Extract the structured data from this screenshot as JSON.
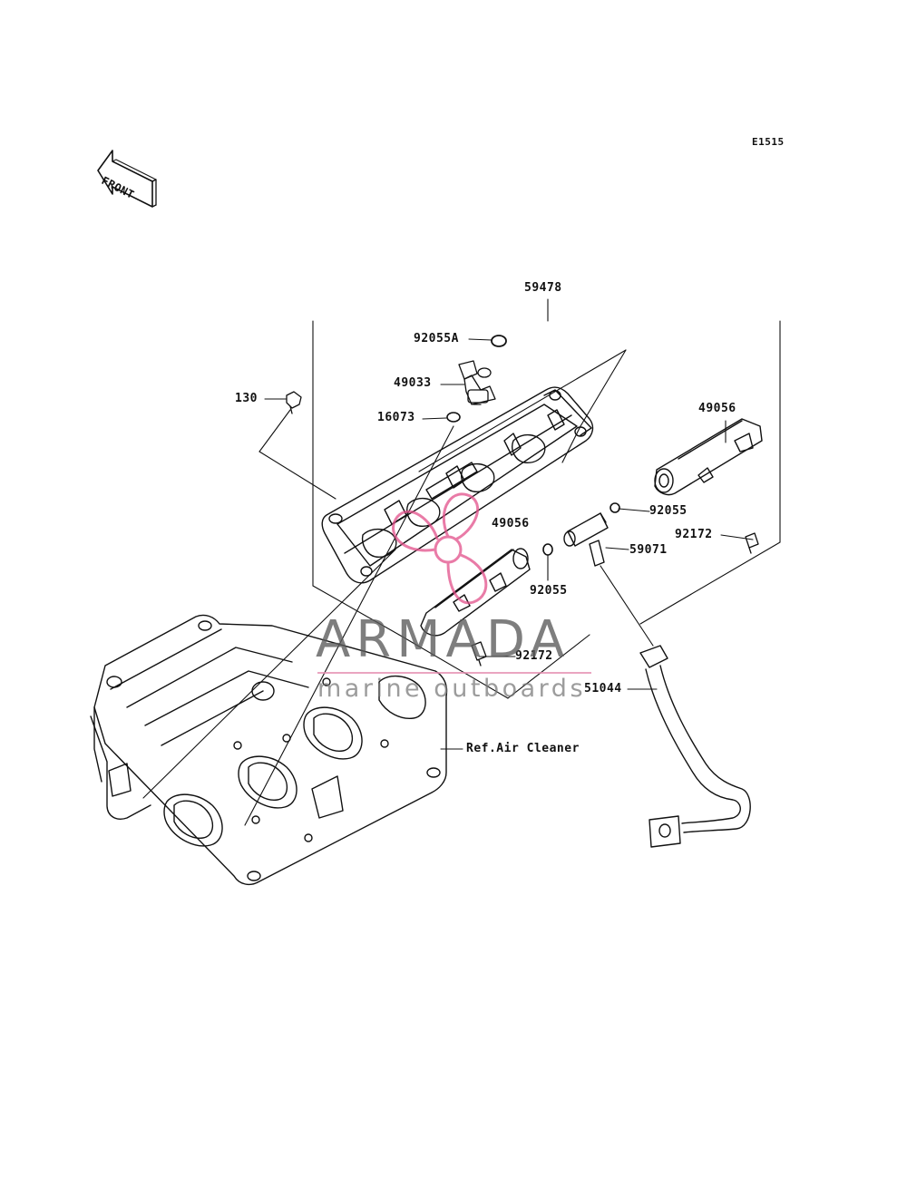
{
  "diagram": {
    "code": "E1515",
    "front_label": "FRONT",
    "parts": [
      {
        "id": "59478",
        "label": "59478"
      },
      {
        "id": "92055A",
        "label": "92055A"
      },
      {
        "id": "49033",
        "label": "49033"
      },
      {
        "id": "130",
        "label": "130"
      },
      {
        "id": "16073",
        "label": "16073"
      },
      {
        "id": "49056-right",
        "label": "49056"
      },
      {
        "id": "92055-right",
        "label": "92055"
      },
      {
        "id": "92172-right",
        "label": "92172"
      },
      {
        "id": "49056-center",
        "label": "49056"
      },
      {
        "id": "59071",
        "label": "59071"
      },
      {
        "id": "92055-center",
        "label": "92055"
      },
      {
        "id": "92172-center",
        "label": "92172"
      },
      {
        "id": "51044",
        "label": "51044"
      },
      {
        "id": "ref-air-cleaner",
        "label": "Ref.Air Cleaner"
      }
    ]
  },
  "watermark": {
    "title": "ARMADA",
    "subtitle": "marine outboards",
    "accent_color": "#e2508a"
  }
}
